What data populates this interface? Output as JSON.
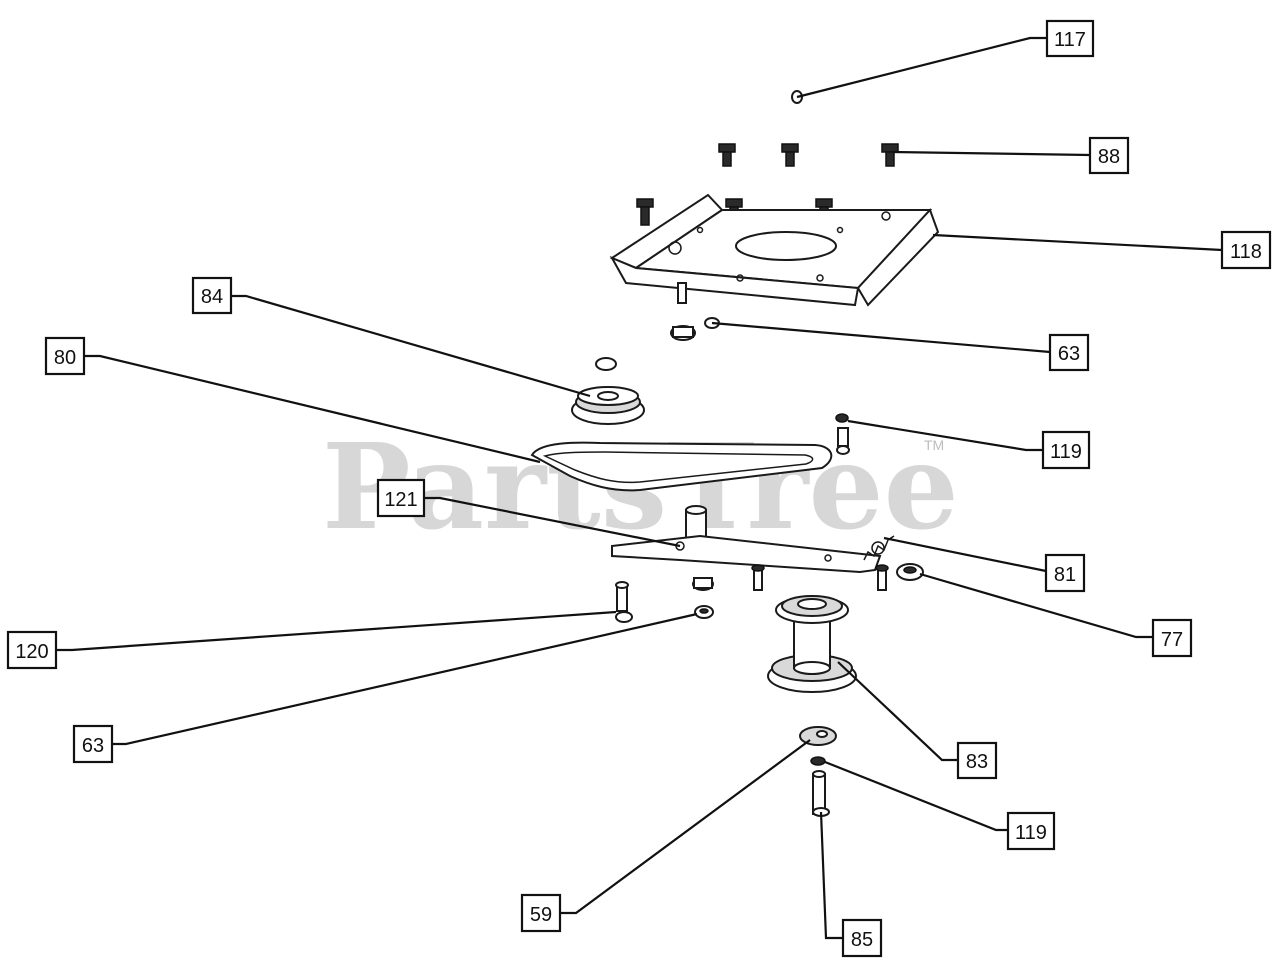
{
  "watermark": {
    "text": "PartsTree",
    "tm": "TM"
  },
  "callouts": {
    "c117": "117",
    "c88": "88",
    "c118": "118",
    "c84": "84",
    "c63a": "63",
    "c80": "80",
    "c119a": "119",
    "c121": "121",
    "c81": "81",
    "c77": "77",
    "c120": "120",
    "c63b": "63",
    "c83": "83",
    "c119b": "119",
    "c59": "59",
    "c85": "85"
  }
}
